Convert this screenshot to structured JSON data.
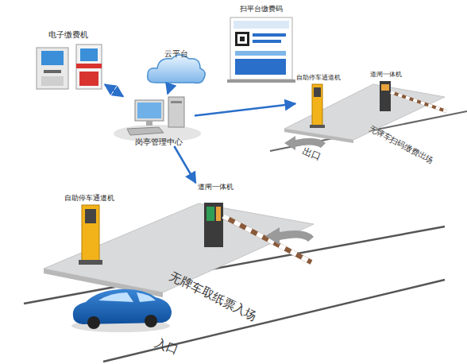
{
  "diagram": {
    "nodes": [
      {
        "text": [
          "电子缴费机"
        ]
      },
      {
        "text": [
          "云平台"
        ]
      },
      {
        "text": [
          "扫平台缴费码"
        ]
      },
      {
        "text": [
          "岗亭管理中心"
        ]
      },
      {
        "text": [
          "自助停车通道机"
        ]
      },
      {
        "text": [
          "道闸一体机"
        ]
      },
      {
        "text": [
          "道闸一体机"
        ]
      },
      {
        "text": [
          "自助停车通道机"
        ]
      }
    ],
    "edges": [
      {
        "from": 0,
        "to": 3,
        "arrow": "both"
      },
      {
        "from": 1,
        "to": 3,
        "arrow": "to"
      },
      {
        "from": 3,
        "to": 4,
        "arrow": "to"
      },
      {
        "from": 3,
        "to": 6,
        "arrow": "to"
      }
    ],
    "labels": [
      "无牌车扫码缴费出场",
      "出口",
      "无牌车取纸票入场",
      "入口"
    ]
  }
}
